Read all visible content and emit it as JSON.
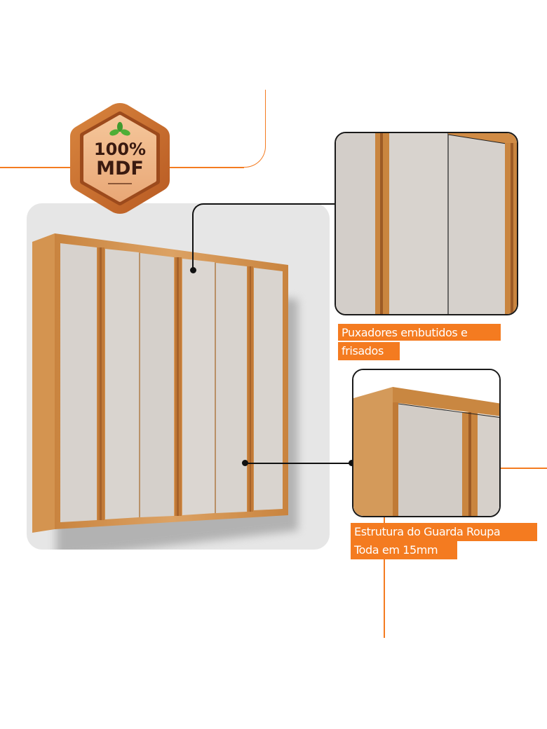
{
  "badge": {
    "line1": "100%",
    "line2": "MDF",
    "icon": "leaf-icon",
    "colors": {
      "wood": "#c96a2a",
      "inner": "#efb78a",
      "text": "#3a1a10",
      "leaf": "#3f9a2e"
    }
  },
  "callouts": [
    {
      "label_line1": "Puxadores embutidos e",
      "label_line2": "frisados"
    },
    {
      "label_line1": "Estrutura do Guarda Roupa",
      "label_line2": "Toda em 15mm"
    }
  ],
  "colors": {
    "accent": "#f47b20",
    "wood": "#d4934c",
    "door": "#d6d1cc",
    "panel_bg": "#e6e6e6",
    "outline": "#1a1a1a"
  }
}
